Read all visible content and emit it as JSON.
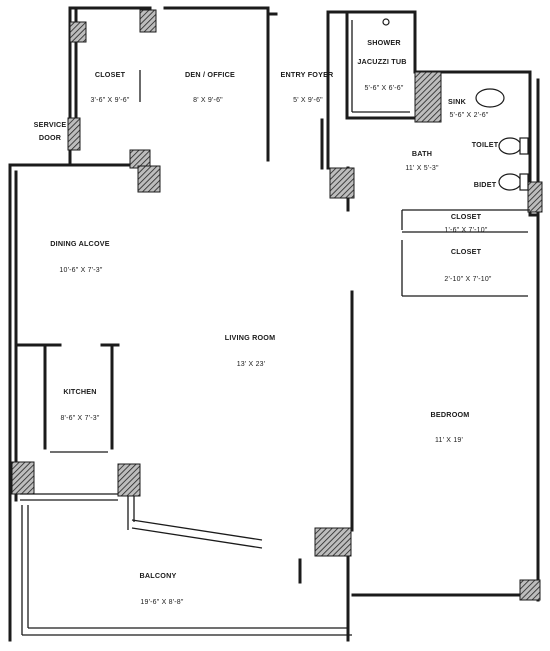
{
  "rooms": {
    "closet_office": {
      "name": "CLOSET",
      "dims": "3'-6\" X 9'-6\""
    },
    "den": {
      "name": "DEN / OFFICE",
      "dims": "8' X 9'-6\""
    },
    "entry": {
      "name": "ENTRY FOYER",
      "dims": "5' X 9'-6\""
    },
    "shower": {
      "name": "SHOWER",
      "sub": "JACUZZI TUB",
      "dims": "5'-6\" X 6'-6\""
    },
    "sink": {
      "name": "SINK",
      "dims": "5'-6\" X 2'-6\""
    },
    "toilet": {
      "name": "TOILET"
    },
    "bidet": {
      "name": "BIDET"
    },
    "bath": {
      "name": "BATH",
      "dims": "11' X 5'-3\""
    },
    "closet_a": {
      "name": "CLOSET",
      "dims": "1'-6\" X 7'-10\""
    },
    "closet_b": {
      "name": "CLOSET",
      "dims": "2'-10\" X 7'-10\""
    },
    "service": {
      "line1": "SERVICE",
      "line2": "DOOR"
    },
    "dining": {
      "name": "DINING ALCOVE",
      "dims": "10'-6\" X 7'-3\""
    },
    "living": {
      "name": "LIVING ROOM",
      "dims": "13' X 23'"
    },
    "kitchen": {
      "name": "KITCHEN",
      "dims": "8'-6\" X 7'-3\""
    },
    "bedroom": {
      "name": "BEDROOM",
      "dims": "11' X 19'"
    },
    "balcony": {
      "name": "BALCONY",
      "dims": "19'-6\" X 8'-8\""
    }
  }
}
